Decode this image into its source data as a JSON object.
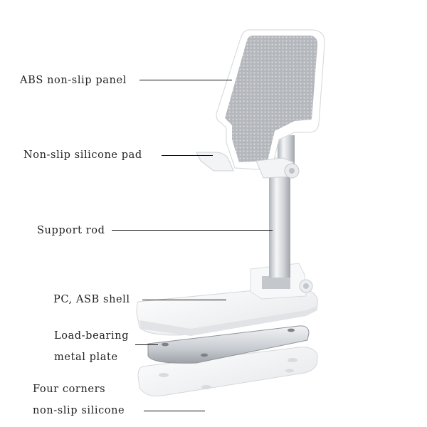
{
  "callouts": {
    "panel": "ABS non-slip panel",
    "pad": "Non-slip silicone pad",
    "rod": "Support rod",
    "shell": "PC, ASB shell",
    "plate_line1": "Load-bearing",
    "plate_line2": "metal plate",
    "feet_line1": "Four corners",
    "feet_line2": "non-slip silicone"
  },
  "colors": {
    "panel_gray": "#b9bcc1",
    "frame_white": "#ffffff",
    "metal": "#cfd3d8",
    "shadow": "#e6e8eb"
  }
}
